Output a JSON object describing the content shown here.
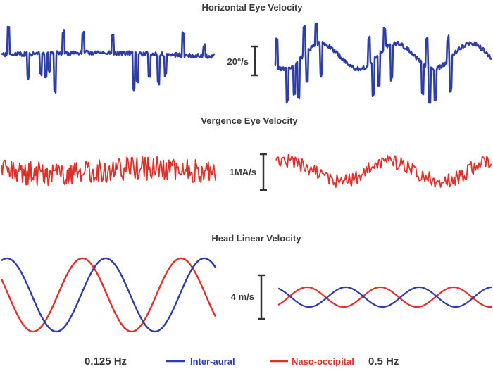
{
  "panels": {
    "horizontal": {
      "title": "Horizontal Eye Velocity",
      "scale_label": "20°/s"
    },
    "vergence": {
      "title": "Vergence Eye Velocity",
      "scale_label": "1MA/s"
    },
    "head": {
      "title": "Head Linear Velocity",
      "scale_label": "4 m/s"
    }
  },
  "frequencies": {
    "left": "0.125 Hz",
    "right": "0.5 Hz"
  },
  "legend": {
    "inter_aural": {
      "label": "Inter-aural",
      "color": "#2e3ea6"
    },
    "naso_occipital": {
      "label": "Naso-occipital",
      "color": "#e0302a"
    }
  },
  "chart_data": {
    "type": "line",
    "title": "",
    "panels": [
      {
        "name": "Horizontal Eye Velocity",
        "scale_bar": "20°/s",
        "series": [
          {
            "name": "Inter-aural",
            "color": "#2e3ea6",
            "conditions": [
              "0.125 Hz",
              "0.5 Hz"
            ]
          }
        ]
      },
      {
        "name": "Vergence Eye Velocity",
        "scale_bar": "1MA/s",
        "series": [
          {
            "name": "Naso-occipital",
            "color": "#e0302a",
            "conditions": [
              "0.125 Hz",
              "0.5 Hz"
            ]
          }
        ]
      },
      {
        "name": "Head Linear Velocity",
        "scale_bar": "4 m/s",
        "series": [
          {
            "name": "Inter-aural",
            "color": "#2e3ea6",
            "left_cycles_shown": 2,
            "right_cycles_shown": 3,
            "right_relative_amplitude": 0.25
          },
          {
            "name": "Naso-occipital",
            "color": "#e0302a",
            "left_cycles_shown": 2,
            "right_cycles_shown": 3,
            "right_relative_amplitude": 0.25
          }
        ]
      }
    ],
    "grid": false
  }
}
